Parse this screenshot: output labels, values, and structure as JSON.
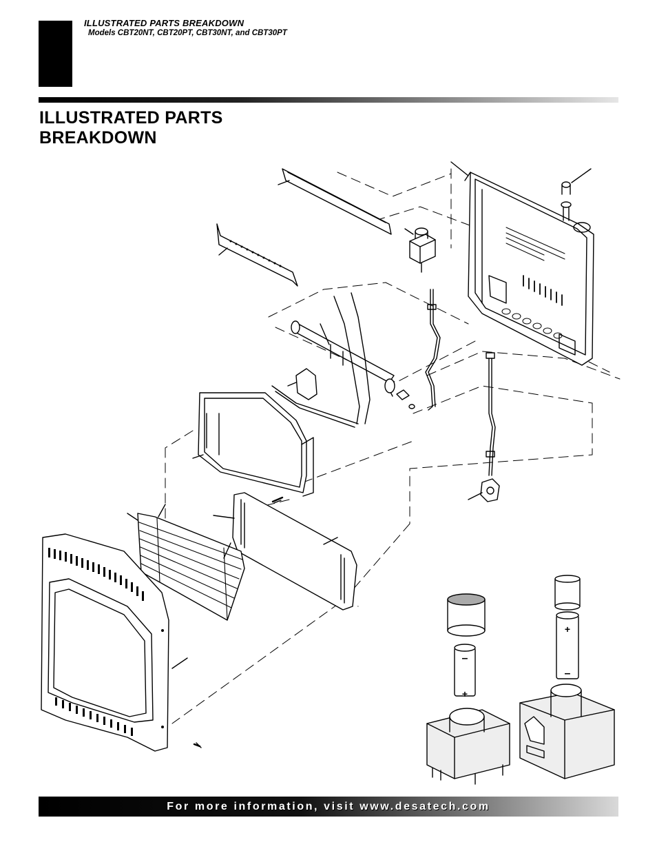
{
  "header": {
    "section_title": "ILLUSTRATED PARTS BREAKDOWN",
    "models": "Models CBT20NT, CBT20PT, CBT30NT, and CBT30PT"
  },
  "page_heading": {
    "line1": "ILLUSTRATED PARTS",
    "line2": "BREAKDOWN"
  },
  "diagram": {
    "battery_plus": "+",
    "battery_minus": "–"
  },
  "footer": {
    "text": "For more information, visit www.desatech.com"
  },
  "colors": {
    "ink": "#000000",
    "paper": "#ffffff",
    "panel_gray": "#eeeeee"
  }
}
